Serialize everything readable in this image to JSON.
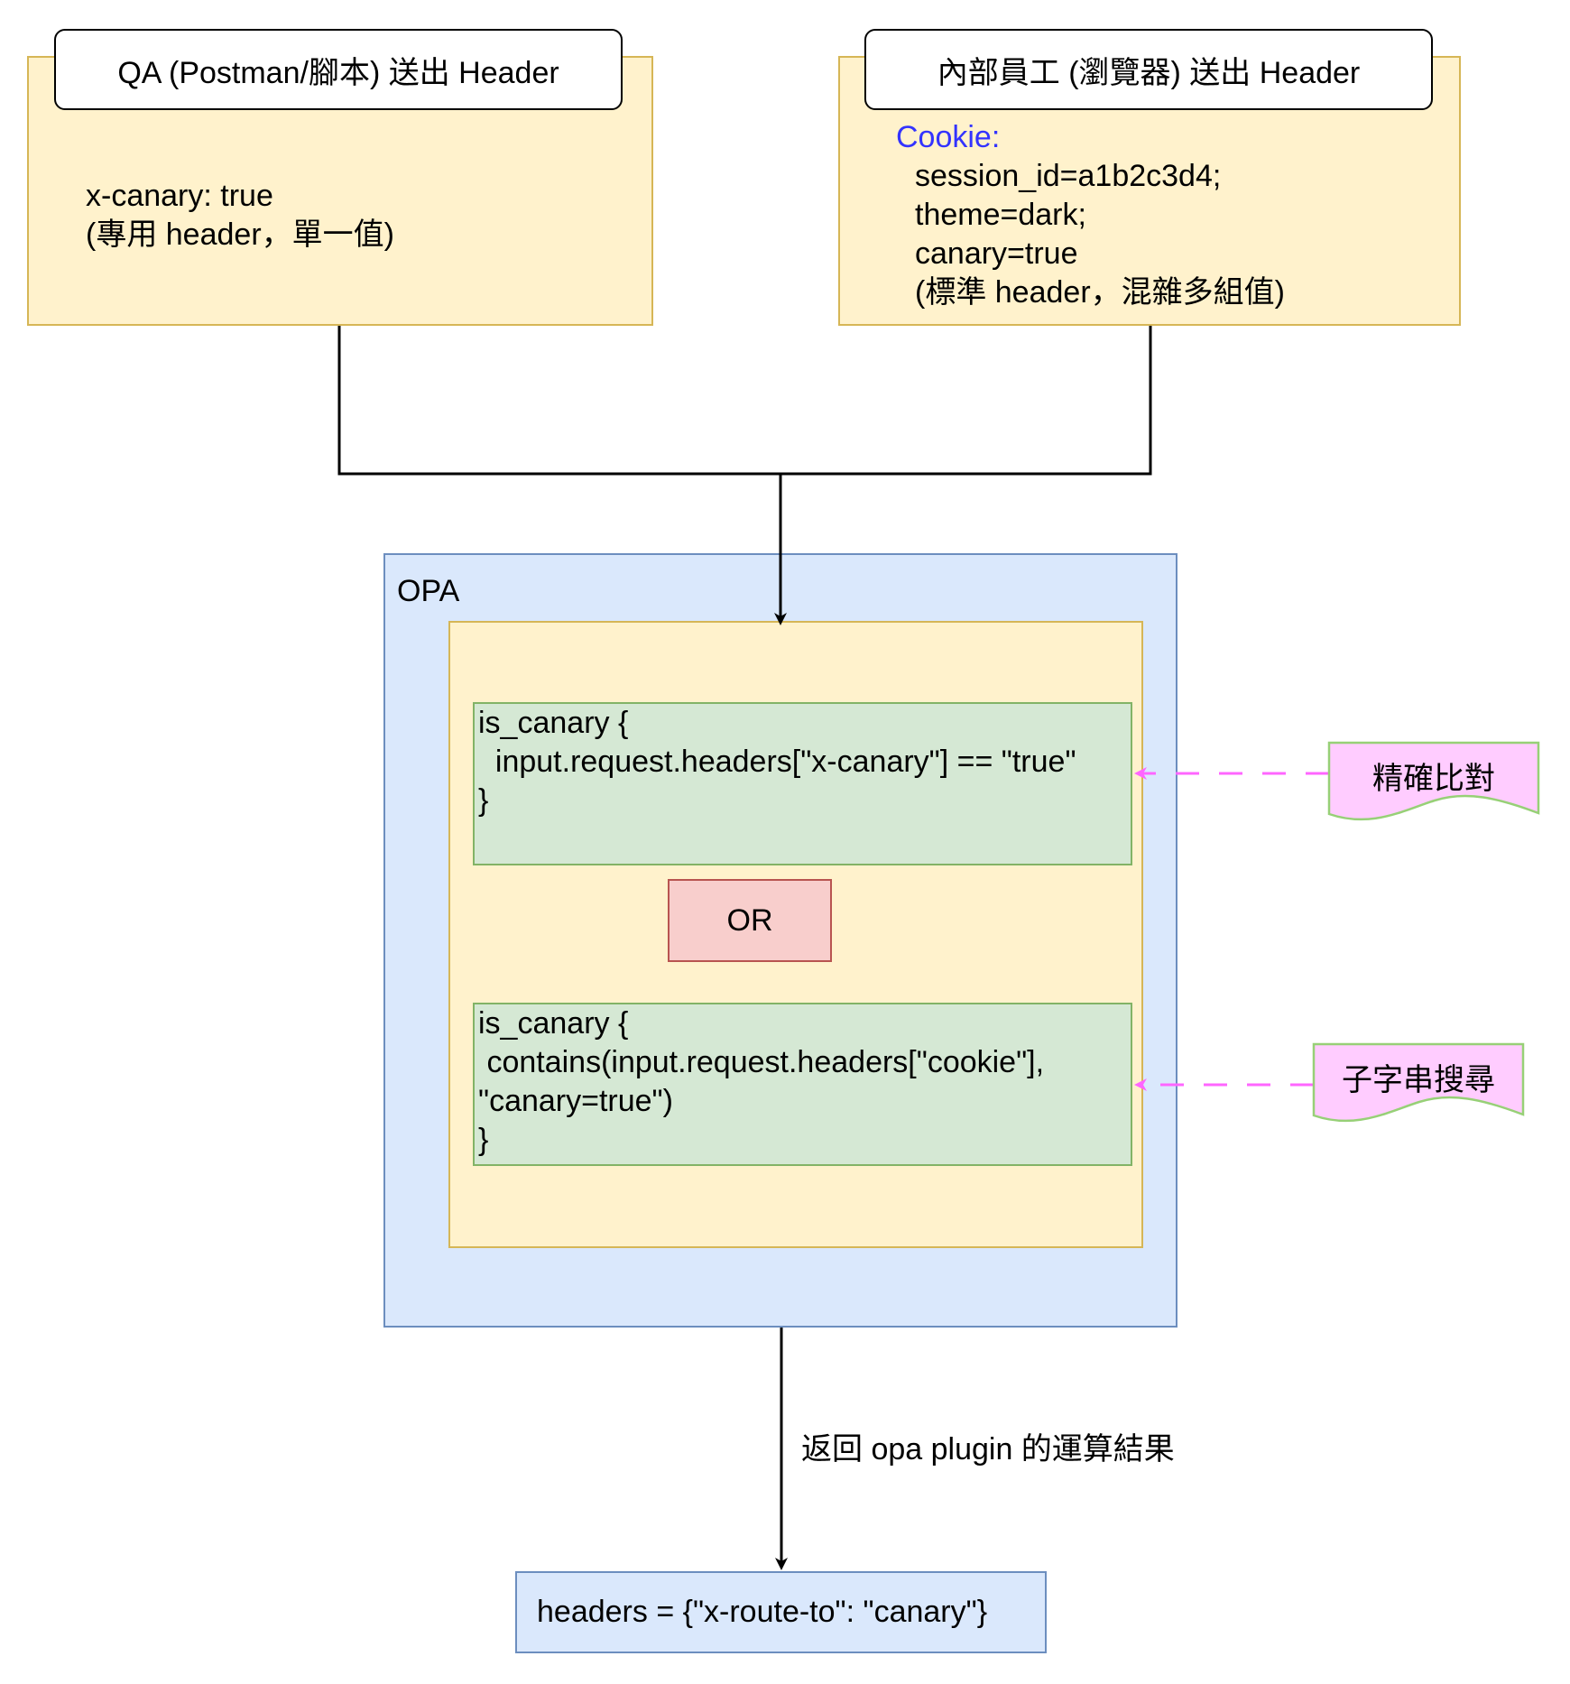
{
  "qa": {
    "title": "QA (Postman/腳本) 送出 Header",
    "line1": "x-canary: true",
    "line2": "(專用 header，單一值)"
  },
  "employee": {
    "title": "內部員工 (瀏覽器) 送出 Header",
    "cookie_label": "Cookie:",
    "line1": "session_id=a1b2c3d4;",
    "line2": "theme=dark;",
    "line3": "canary=true",
    "line4": "(標準 header，混雜多組值)"
  },
  "opa": {
    "label": "OPA",
    "rule1": {
      "line1": "is_canary {",
      "line2": "  input.request.headers[\"x-canary\"] == \"true\"",
      "line3": "}"
    },
    "or_label": "OR",
    "rule2": {
      "line1": "is_canary {",
      "line2": " contains(input.request.headers[\"cookie\"],",
      "line3": "\"canary=true\")",
      "line4": "}"
    }
  },
  "annotations": {
    "exact_match": "精確比對",
    "substring_search": "子字串搜尋"
  },
  "result_edge_label": "返回 opa plugin 的運算結果",
  "result": "headers = {\"x-route-to\": \"canary\"}",
  "colors": {
    "container_yellow": "#fff2cc",
    "container_blue": "#dae8fc",
    "rule_green": "#d5e8d4",
    "or_red": "#f8cecc",
    "tag_pink": "#ffccff",
    "dash_pink": "#ff66ff",
    "cookie_blue": "#3333ff"
  }
}
